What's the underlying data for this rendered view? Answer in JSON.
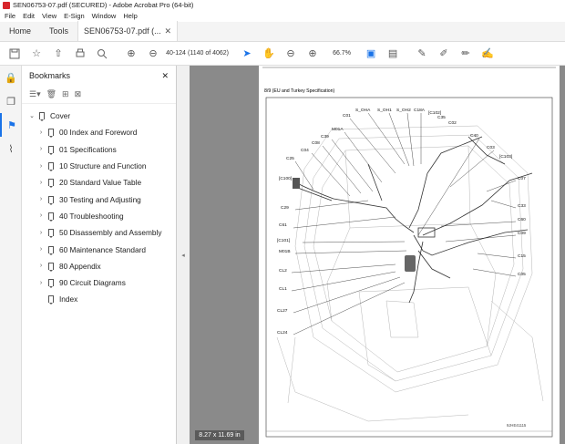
{
  "window": {
    "title": "SEN06753-07.pdf (SECURED) - Adobe Acrobat Pro (64-bit)"
  },
  "menu": [
    "File",
    "Edit",
    "View",
    "E-Sign",
    "Window",
    "Help"
  ],
  "tabs": {
    "home": "Home",
    "tools": "Tools",
    "doc": "SEN06753-07.pdf (..."
  },
  "toolbar": {
    "page_field": "40-124",
    "page_count": "(1140 of 4062)",
    "zoom": "66.7%"
  },
  "bookmarks": {
    "title": "Bookmarks",
    "items": [
      {
        "label": "Cover",
        "level": 0,
        "expanded": true
      },
      {
        "label": "00 Index and Foreword",
        "level": 1
      },
      {
        "label": "01 Specifications",
        "level": 1
      },
      {
        "label": "10 Structure and Function",
        "level": 1
      },
      {
        "label": "20 Standard Value Table",
        "level": 1
      },
      {
        "label": "30 Testing and Adjusting",
        "level": 1
      },
      {
        "label": "40 Troubleshooting",
        "level": 1
      },
      {
        "label": "50 Disassembly and Assembly",
        "level": 1
      },
      {
        "label": "60 Maintenance Standard",
        "level": 1
      },
      {
        "label": "80 Appendix",
        "level": 1
      },
      {
        "label": "90 Circuit Diagrams",
        "level": 1
      },
      {
        "label": "Index",
        "level": 1,
        "leaf": true
      }
    ]
  },
  "page": {
    "heading": "8/9 (EU and Turkey Specification)",
    "labels_top": [
      "S_OHA",
      "S_OH1",
      "S_OH2",
      "C18A",
      "[C102]",
      "C35",
      "C02",
      "C01",
      "M01A",
      "C39",
      "C08",
      "C04",
      "C25",
      "[C100]"
    ],
    "labels_left": [
      "C29",
      "C61",
      "[C101]",
      "M01B",
      "CL2",
      "CL1",
      "CL27",
      "CL24"
    ],
    "labels_right": [
      "C40",
      "C03",
      "[C103]",
      "C07",
      "C33",
      "C60",
      "C09",
      "C15",
      "C05"
    ],
    "figure_code": "9JHE41115"
  },
  "status": {
    "page_size": "8.27 x 11.69 in"
  }
}
